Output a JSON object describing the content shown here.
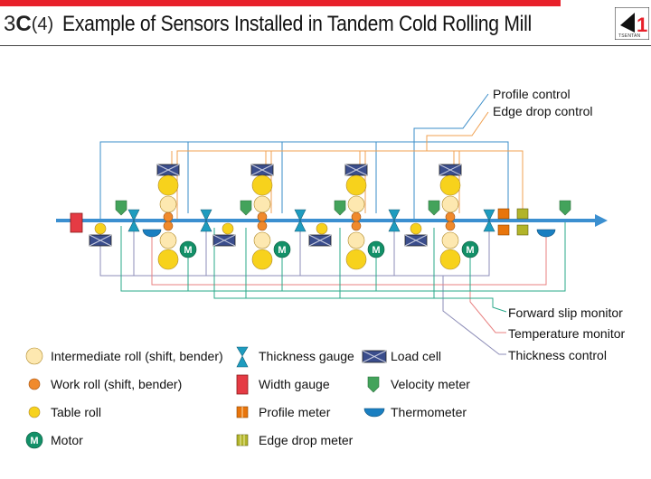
{
  "header": {
    "code_number": "3",
    "code_letter": "C",
    "code_sub": "(4)",
    "title": "Example of Sensors Installed in Tandem Cold Rolling Mill",
    "logo_text": "TSENTAN"
  },
  "callouts": {
    "profile_control": "Profile control",
    "edge_drop_control": "Edge drop control",
    "forward_slip_monitor": "Forward slip monitor",
    "temperature_monitor": "Temperature monitor",
    "thickness_control": "Thickness control"
  },
  "stand_motor_label": "M",
  "colors": {
    "strip": "#3b8fd0",
    "intermediate_roll": "#fde8b0",
    "work_roll": "#f08a2c",
    "table_roll": "#f7d21c",
    "motor": "#139068",
    "load_cell": "#3a4d8c",
    "width_gauge": "#e53b44",
    "profile_meter": "#e8750c",
    "edge_drop_meter": "#b2b42a",
    "thermometer": "#1a7fc1",
    "velocity_meter": "#43a35b",
    "thickness_gauge": "#1e9cbf",
    "line_profile": "#3a8cc8",
    "line_edge_drop": "#f0a050",
    "line_forward_slip": "#2aa98a",
    "line_temperature": "#e88080",
    "line_thickness": "#8e8eb8"
  },
  "legend": {
    "intermediate_roll": "Intermediate roll (shift, bender)",
    "work_roll": "Work roll (shift, bender)",
    "table_roll": "Table roll",
    "motor": "Motor",
    "thickness_gauge": "Thickness gauge",
    "width_gauge": "Width gauge",
    "profile_meter": "Profile meter",
    "edge_drop_meter": "Edge drop meter",
    "load_cell": "Load cell",
    "velocity_meter": "Velocity meter",
    "thermometer": "Thermometer"
  }
}
